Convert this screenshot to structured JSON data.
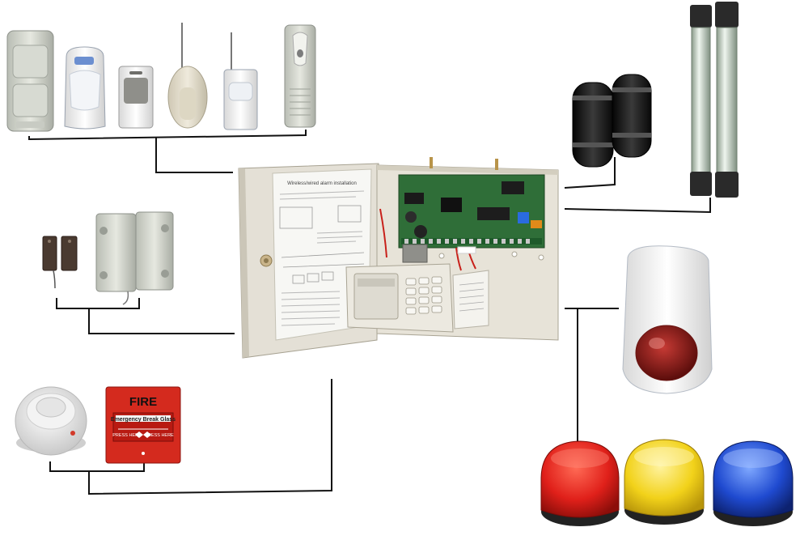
{
  "manual_sheet": {
    "title": "Wireless/wired alarm installation"
  },
  "fire_call_point": {
    "label": "FIRE",
    "caption": "Emergency Break Glass",
    "left_text": "PRESS HERE",
    "right_text": "PRESS HERE"
  },
  "colors": {
    "background": "#ffffff",
    "wire": "#111111",
    "panel_box": "#e4e0d6",
    "circuit_board": "#2f6e38",
    "fire_red": "#d42a1e",
    "strobe_red": "#e0201a",
    "strobe_yellow": "#f2d21a",
    "strobe_blue": "#1f4ad0"
  }
}
